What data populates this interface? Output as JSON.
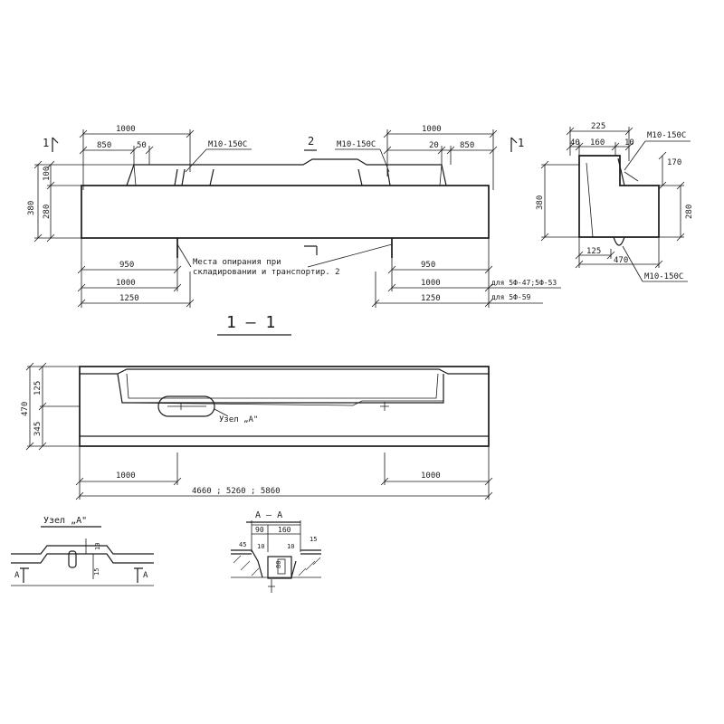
{
  "elevation": {
    "dim_top_left": "1000",
    "dim_top_left_850": "850",
    "dim_top_left_50": "50",
    "dim_top_right": "1000",
    "dim_top_right_850": "850",
    "dim_top_right_20": "20",
    "dim_height_total": "380",
    "dim_height_100": "100",
    "dim_height_280": "280",
    "embed_left": "М10-150С",
    "embed_right": "М10-150С",
    "cut_mark_left": "1",
    "cut_mark_right": "1",
    "cut_mark_2": "2",
    "support_note_line1": "Места опирания при",
    "support_note_line2": "складировании и транспортир. 2",
    "dim_bottom_left_950": "950",
    "dim_bottom_left_1000": "1000",
    "dim_bottom_left_1250": "1250",
    "dim_bottom_right_950": "950",
    "dim_bottom_right_1000": "1000",
    "dim_bottom_right_1250": "1250",
    "note_for_1": "для 5Ф-47;5Ф-53",
    "note_for_2": "для 5Ф-59"
  },
  "section_end": {
    "dim_225": "225",
    "dim_40": "40",
    "dim_160": "160",
    "dim_10": "10",
    "dim_170": "170",
    "dim_380": "380",
    "dim_280": "280",
    "dim_125": "125",
    "dim_470": "470",
    "embed_top": "М10-150С",
    "embed_bottom": "М10-150С"
  },
  "section_1_1": {
    "title": "1 — 1",
    "dim_470": "470",
    "dim_125": "125",
    "dim_345": "345",
    "node_label": "Узел „А\"",
    "dim_left_1000": "1000",
    "dim_right_1000": "1000",
    "dim_total": "4660 ; 5260 ; 5860"
  },
  "node_a": {
    "title": "Узел „А\"",
    "dim_10": "10",
    "dim_15": "15",
    "cut_left": "А",
    "cut_right": "А"
  },
  "section_a_a": {
    "title": "А — А",
    "dim_90": "90",
    "dim_160": "160",
    "dim_45": "45",
    "dim_10a": "10",
    "dim_10b": "10",
    "dim_15": "15",
    "dim_80": "80"
  }
}
